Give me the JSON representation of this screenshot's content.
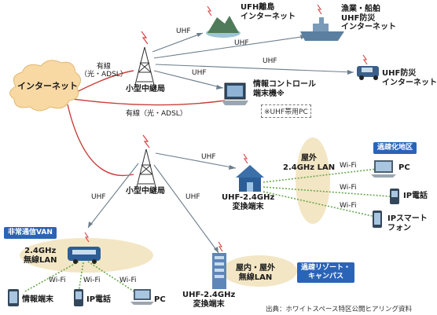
{
  "internet": "インターネット",
  "relay_top": "小型中継局",
  "relay_bottom": "小型中継局",
  "wired_top": "有線\n（光・ADSL）",
  "wired_mid": "有線（光・ADSL）",
  "uhf": "UHF",
  "uhf_island": "UFH離島\nインターネット",
  "uhf_ship": "漁業・船舶\nUHF防災\nインターネット",
  "uhf_vehicle": "UHF防災\nインターネット",
  "info_terminal_top": "情報コントロール\n端末機※",
  "uhf_pc_note": "※UHF帯用PC",
  "depopulated_area": "過疎化地区",
  "outdoor_lan": "屋外\n2.4GHz LAN",
  "converter_mid": "UHF-2.4GHz\n変換端末",
  "wifi": "Wi-Fi",
  "pc": "PC",
  "ip_phone": "IP電話",
  "smartphone": "IPスマート\nフォン",
  "emergency_van": "非常通信VAN",
  "van_lan": "2.4GHz\n無線LAN",
  "info_terminal_bottom": "情報端末",
  "converter_bottom": "UHF-2.4GHz\n変換端末",
  "indoor_outdoor_lan": "屋内・屋外\n無線LAN",
  "resort": "過疎リゾート・\nキャンパス",
  "source": "出典：ホワイトスペース特区公開ヒアリング資料",
  "colors": {
    "wired": "#c8403a",
    "uhf": "#6b7d8c",
    "wifi": "#6aa84f",
    "badge": "#2a64b8",
    "cloud": "#f8d9a4",
    "ellipse": "#f3e6c4"
  }
}
